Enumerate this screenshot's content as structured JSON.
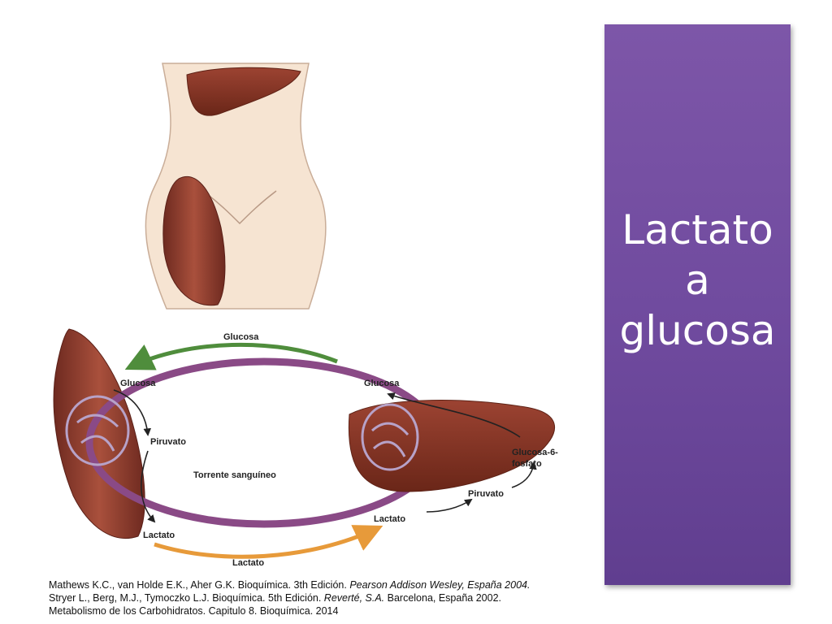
{
  "slide": {
    "title_lines": [
      "Lactato",
      "a",
      "glucosa"
    ]
  },
  "diagram": {
    "labels": {
      "glucosa_top": "Glucosa",
      "glucosa_muscle": "Glucosa",
      "glucosa_liver": "Glucosa",
      "piruvato_muscle": "Piruvato",
      "torrente": "Torrente sanguíneo",
      "glucosa6_line1": "Glucosa-6-",
      "glucosa6_line2": "fosfato",
      "piruvato_liver": "Piruvato",
      "lactato_liver": "Lactato",
      "lactato_muscle": "Lactato",
      "lactato_bottom": "Lactato"
    },
    "colors": {
      "purple": "#8a4a86",
      "green_arrow": "#4f8d3c",
      "orange_arrow": "#e79a3a",
      "organ": "#8c3a2a"
    }
  },
  "references": [
    {
      "plain": "Mathews K.C., van Holde E.K., Aher G.K. Bioquímica. 3th Edición. ",
      "italic": "Pearson Addison Wesley, España 2004.",
      "after": ""
    },
    {
      "plain": "Stryer L., Berg, M.J., Tymoczko L.J. Bioquímica. 5th Edición. ",
      "italic": "Reverté, S.A.",
      "after": " Barcelona, España 2002."
    },
    {
      "plain": "Metabolismo de los Carbohidratos. Capitulo 8. Bioquímica. 2014",
      "italic": "",
      "after": ""
    }
  ]
}
